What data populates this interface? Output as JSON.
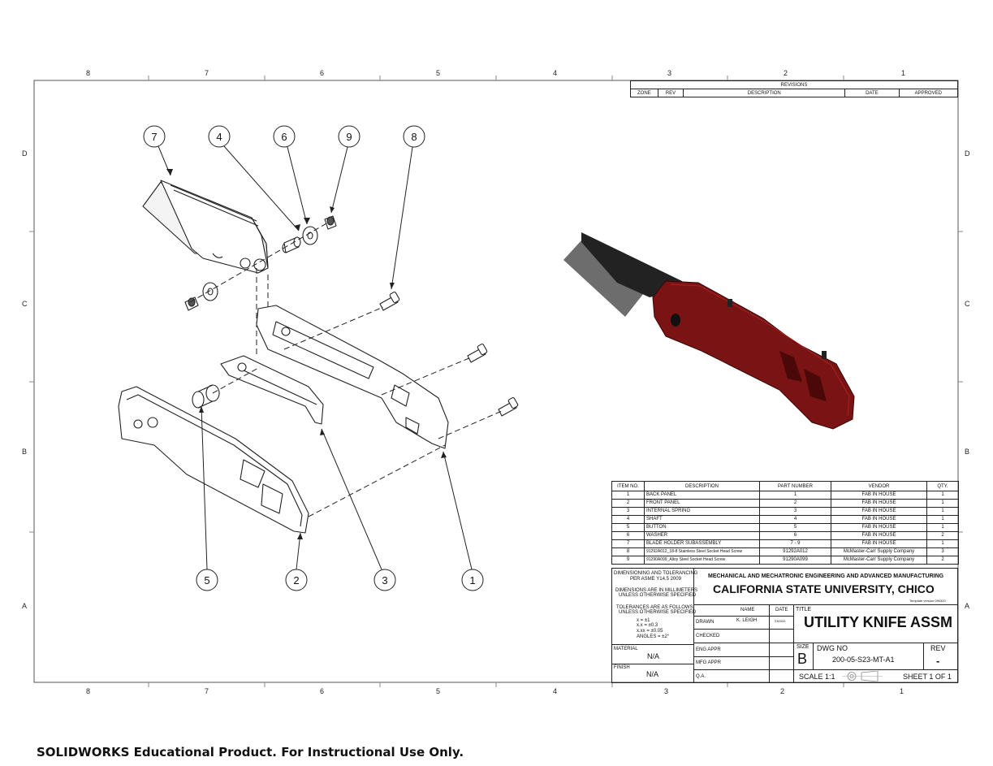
{
  "zones": {
    "columns": [
      "8",
      "7",
      "6",
      "5",
      "4",
      "3",
      "2",
      "1"
    ],
    "rows": [
      "D",
      "C",
      "B",
      "A"
    ]
  },
  "revisions": {
    "title": "REVISIONS",
    "headers": [
      "ZONE",
      "REV",
      "DESCRIPTION",
      "DATE",
      "APPROVED"
    ]
  },
  "balloons": [
    "7",
    "4",
    "6",
    "9",
    "8",
    "5",
    "2",
    "3",
    "1"
  ],
  "bom": {
    "headers": [
      "ITEM NO.",
      "DESCRIPTION",
      "PART NUMBER",
      "VENDOR",
      "QTY."
    ],
    "rows": [
      [
        "1",
        "BACK PANEL",
        "1",
        "FAB IN HOUSE",
        "1"
      ],
      [
        "2",
        "FRONT PANEL",
        "2",
        "FAB IN HOUSE",
        "1"
      ],
      [
        "3",
        "INTERNAL SPRING",
        "3",
        "FAB IN HOUSE",
        "1"
      ],
      [
        "4",
        "SHAFT",
        "4",
        "FAB IN HOUSE",
        "1"
      ],
      [
        "5",
        "BUTTON",
        "5",
        "FAB IN HOUSE",
        "1"
      ],
      [
        "6",
        "WASHER",
        "6",
        "FAB IN HOUSE",
        "2"
      ],
      [
        "7",
        "BLADE HOLDER SUBASSEMBLY",
        "7 - 9",
        "FAB IN HOUSE",
        "1"
      ],
      [
        "8",
        "91292A012_18-8 Stainless Steel Socket Head Screw",
        "91292A012",
        "McMaster-Carr Supply Company",
        "3"
      ],
      [
        "9",
        "91290A099_Alloy Steel Socket Head Screw",
        "91290A099",
        "McMaster-Carr Supply Company",
        "2"
      ]
    ]
  },
  "title_block": {
    "dim_tol_1": "DIMENSIONING AND TOLERANCING",
    "dim_tol_2": "PER ASME Y14.5 2009",
    "dims_mm_1": "DIMENSIONS ARE IN MILLIMETERS",
    "dims_mm_2": "UNLESS OTHERWISE SPECIFIED",
    "tol_1": "TOLERANCES ARE AS FOLLOWS",
    "tol_2": "UNLESS OTHERWISE SPECIFIED",
    "tol_x": "x      = ±1",
    "tol_xx": "x.x    = ±0.3",
    "tol_xxx": "x.xx  = ±0.05",
    "tol_ang": "ANGLES = ±2°",
    "material_label": "MATERIAL",
    "material_value": "N/A",
    "finish_label": "FINISH",
    "finish_value": "N/A",
    "dept": "MECHANICAL AND MECHATRONIC ENGINEERING AND ADVANCED MANUFACTURING",
    "university": "CALIFORNIA STATE UNIVERSITY, CHICO",
    "template_version": "Template version 090320",
    "name_header": "NAME",
    "date_header": "DATE",
    "drawn_label": "DRAWN",
    "drawn_name": "K. LEIGH",
    "drawn_date": "230310",
    "checked_label": "CHECKED",
    "eng_appr_label": "ENG APPR",
    "mfg_appr_label": "MFG APPR",
    "qa_label": "Q.A.",
    "title_label": "TITLE",
    "title_value": "UTILITY KNIFE ASSM",
    "size_label": "SIZE",
    "size_value": "B",
    "dwg_no_label": "DWG  NO",
    "dwg_no_value": "200-05-S23-MT-A1",
    "rev_label": "REV",
    "rev_value": "-",
    "scale": "SCALE  1:1",
    "sheet": "SHEET 1 OF 1"
  },
  "footer": "SOLIDWORKS Educational Product. For Instructional Use Only.",
  "colors": {
    "handle_red": "#7a1414",
    "handle_dark": "#4a0808",
    "blade_black": "#222222",
    "blade_gray": "#6d6d6d",
    "line": "#222222"
  }
}
